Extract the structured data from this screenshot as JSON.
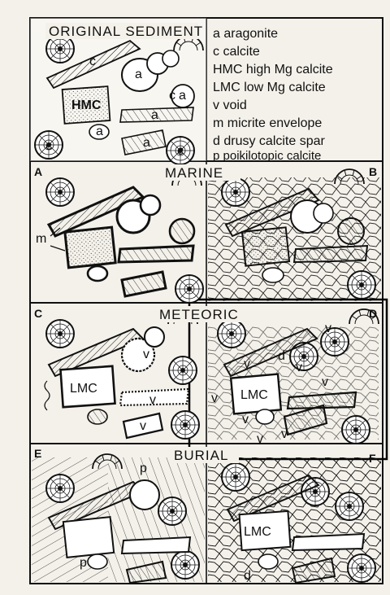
{
  "sections": {
    "original": "ORIGINAL SEDIMENT",
    "marine": "MARINE",
    "meteoric": "METEORIC",
    "burial": "BURIAL"
  },
  "legend": [
    "a aragonite",
    "c calcite",
    "HMC high Mg calcite",
    "LMC low Mg calcite",
    "v void",
    "m micrite envelope",
    "d drusy calcite spar",
    "p poikilotopic calcite"
  ],
  "panel_letters": [
    "A",
    "B",
    "C",
    "D",
    "E",
    "F"
  ],
  "grain_labels": {
    "c": "c",
    "a": "a",
    "hmc": "HMC",
    "lmc": "LMC",
    "v": "v",
    "m": "m",
    "d": "d",
    "p": "p"
  },
  "colors": {
    "paper": "#f4f1ea",
    "ink": "#111111"
  }
}
